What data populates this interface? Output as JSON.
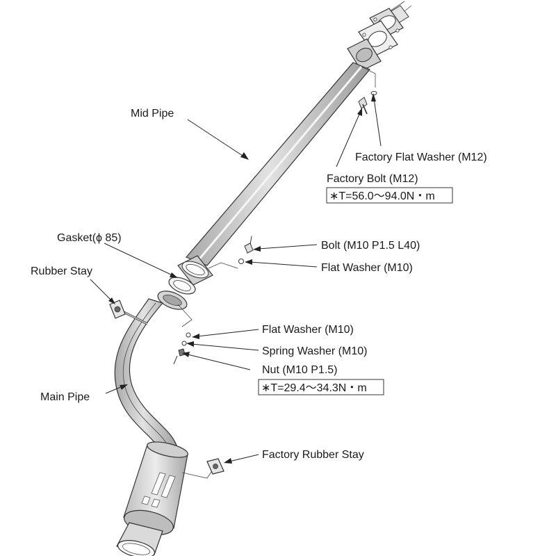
{
  "labels": {
    "mid_pipe": "Mid Pipe",
    "factory_flat_washer": "Factory Flat Washer (M12)",
    "factory_bolt": "Factory Bolt (M12)",
    "torque_upper": "∗T=56.0〜94.0N・m",
    "gasket": "Gasket(ϕ 85)",
    "rubber_stay": "Rubber Stay",
    "bolt": "Bolt (M10 P1.5 L40)",
    "flat_washer_upper": "Flat Washer (M10)",
    "flat_washer_lower": "Flat Washer (M10)",
    "spring_washer": "Spring Washer (M10)",
    "nut": "Nut (M10 P1.5)",
    "torque_lower": "∗T=29.4〜34.3N・m",
    "main_pipe": "Main Pipe",
    "factory_rubber_stay": "Factory Rubber Stay"
  },
  "colors": {
    "pipe_fill": "#d4d4d4",
    "pipe_shade": "#b3b3b3",
    "outline": "#333333",
    "text": "#1a1a1a"
  }
}
